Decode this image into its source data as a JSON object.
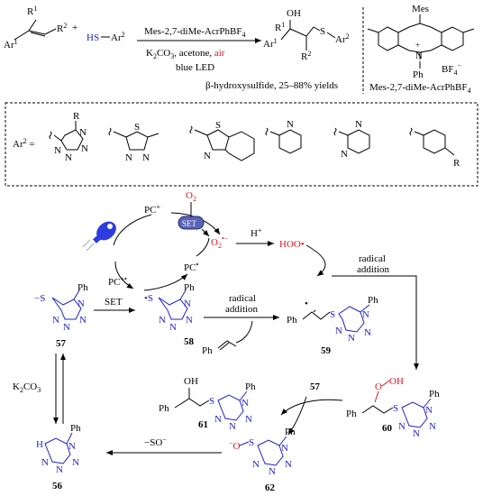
{
  "top": {
    "reagent_sub1": "R",
    "reagent_sup1": "1",
    "reagent_ar": "Ar",
    "reagent_ar_sup": "1",
    "reagent_r2": "R",
    "reagent_r2_sup": "2",
    "plus": "+",
    "thiol_hs": "HS",
    "thiol_ar": "Ar",
    "thiol_ar_sup": "2",
    "cond_catalyst": "Mes-2,7-diMe-AcrPhBF",
    "cond_catalyst_sub": "4",
    "cond_line2_a": "K",
    "cond_line2_b": "CO",
    "cond_line2_c": ", acetone, ",
    "cond_air": "air",
    "cond_line3": "blue LED",
    "yield_text": "β-hydroxysulfide, 25–88% yields",
    "product_oh": "OH",
    "product_r1": "R",
    "product_r1_sup": "1",
    "product_ar1": "Ar",
    "product_ar1_sup": "1",
    "product_s": "S",
    "product_ar2": "Ar",
    "product_ar2_sup": "2",
    "product_r2": "R",
    "product_r2_sup": "2",
    "acr_mes": "Mes",
    "acr_n": "N",
    "acr_plus": "+",
    "acr_ph": "Ph",
    "acr_bf": "BF",
    "acr_bf_sub": "4",
    "acr_bf_sup": "−",
    "acr_name": "Mes-2,7-diMe-AcrPhBF",
    "acr_name_sub": "4"
  },
  "ar2_box": {
    "label": "Ar",
    "label_sup": "2",
    "label_eq": " =",
    "tetrazole_r": "R",
    "tetrazole_n": "N",
    "thiadiazole_s": "S",
    "thiadiazole_n": "N",
    "benzothiazole_s": "S",
    "benzothiazole_n": "N",
    "pyridine_n": "N",
    "pyrimidine_n": "N",
    "aryl_r": "R"
  },
  "mechanism": {
    "o2": "O",
    "o2_sub": "2",
    "set_badge": "SET",
    "pc_plus": "PC",
    "pc_plus_sup": "+",
    "pc_radcat": "PC",
    "pc_radcat_sup": "+•",
    "pc_rad": "PC",
    "pc_rad_sup": "•",
    "superoxide": "O",
    "superoxide_sub": "2",
    "superoxide_sup": "•−",
    "h_plus": "H",
    "h_plus_sup": "+",
    "hoo": "HOO•",
    "radical_addition_1a": "radical",
    "radical_addition_1b": "addition",
    "radical_addition_2a": "radical",
    "radical_addition_2b": "addition",
    "set_label": "SET",
    "k2co3_a": "K",
    "k2co3_b": "CO",
    "minus_so": "−SO",
    "minus_so_sup": "−",
    "ph": "Ph",
    "n": "N",
    "s": "S",
    "h": "H",
    "oh": "OH",
    "o": "O",
    "ooh": "OH",
    "num_56": "56",
    "num_57": "57",
    "num_57b": "57",
    "num_58": "58",
    "num_59": "59",
    "num_60": "60",
    "num_61": "61",
    "num_62": "62"
  }
}
